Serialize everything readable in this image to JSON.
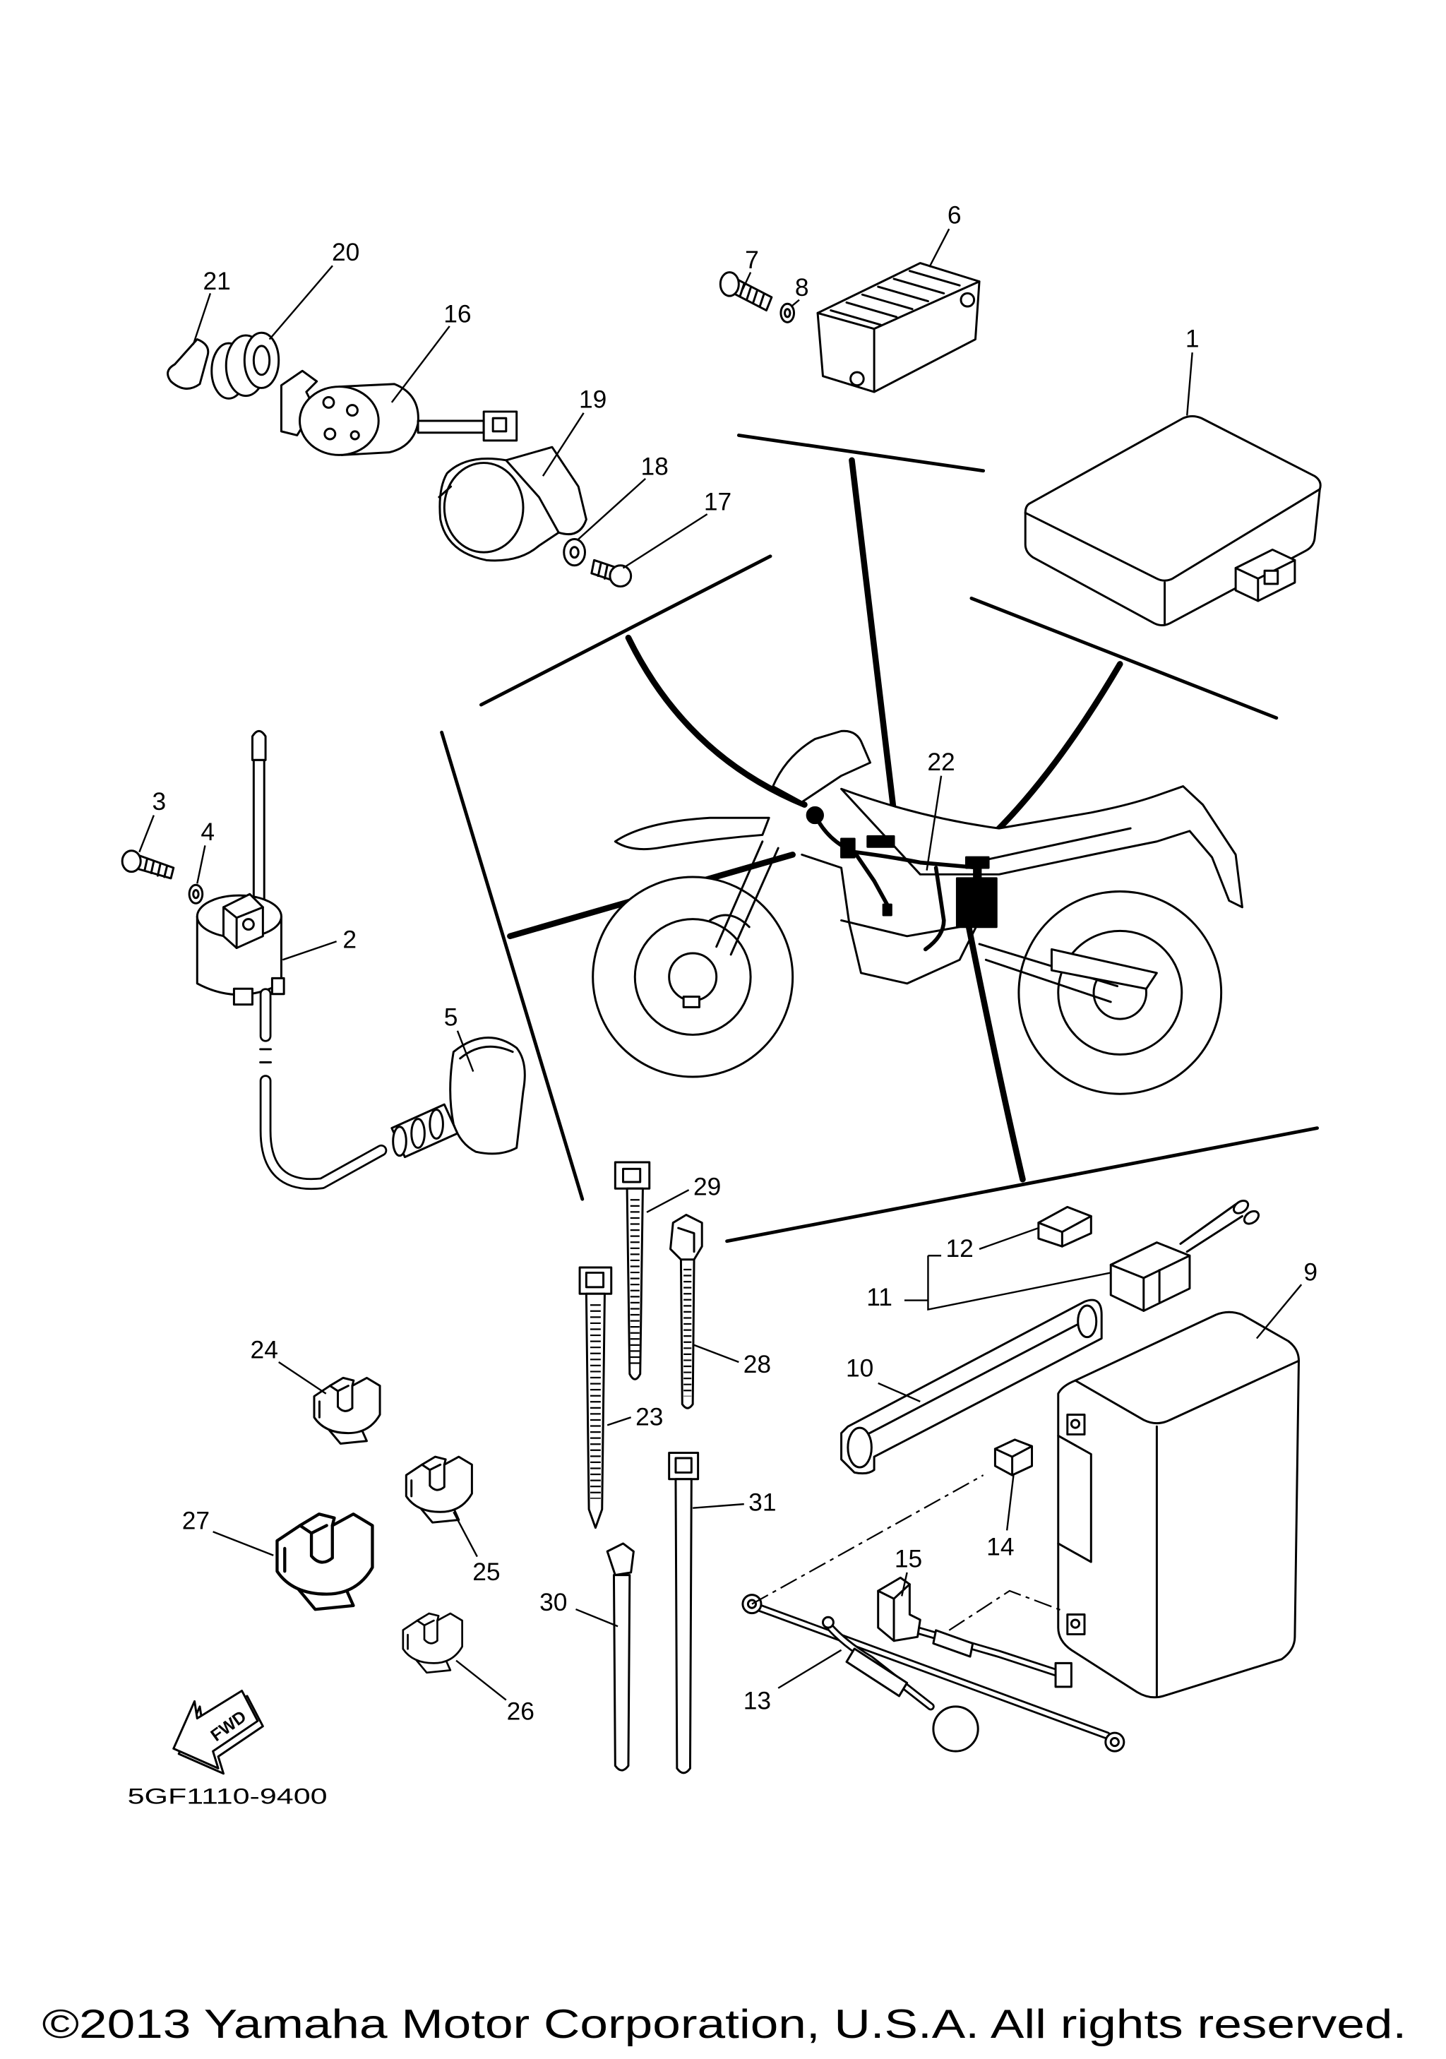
{
  "diagram": {
    "callouts": [
      "1",
      "2",
      "3",
      "4",
      "5",
      "6",
      "7",
      "8",
      "9",
      "10",
      "11",
      "12",
      "13",
      "14",
      "15",
      "16",
      "17",
      "18",
      "19",
      "20",
      "21",
      "22",
      "23",
      "24",
      "25",
      "26",
      "27",
      "28",
      "29",
      "30",
      "31"
    ],
    "fwd_label": "FWD",
    "drawing_code": "5GF1110-9400"
  },
  "footer": {
    "copyright": "©2013 Yamaha Motor Corporation, U.S.A. All rights reserved."
  },
  "colors": {
    "line": "#000000",
    "background": "#ffffff"
  }
}
